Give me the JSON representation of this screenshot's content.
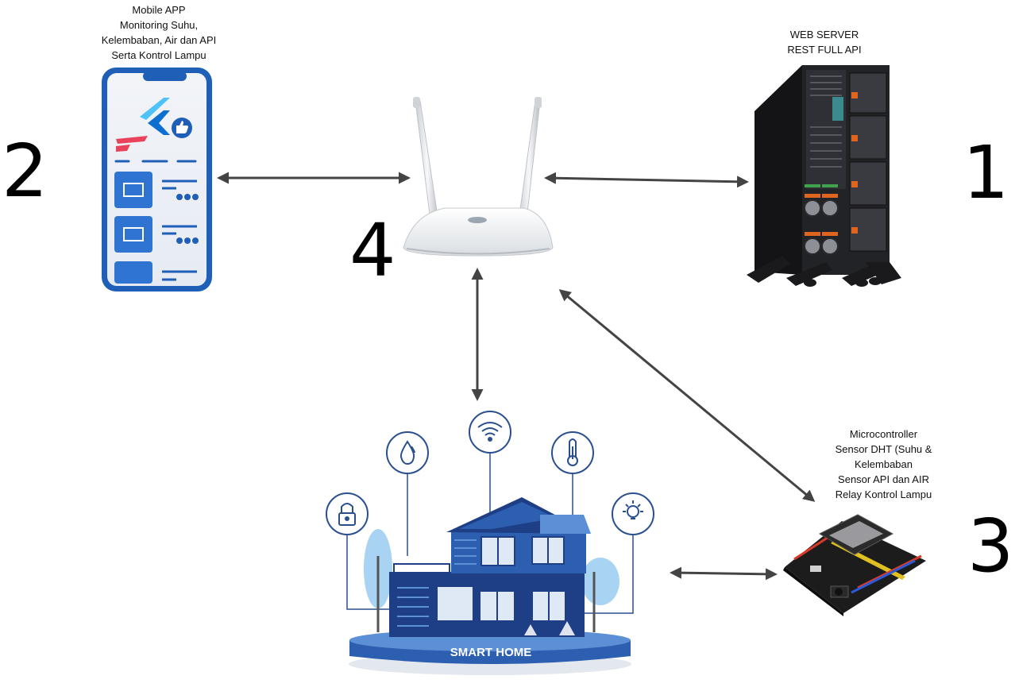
{
  "nodes": {
    "mobile_app": {
      "number": "2",
      "caption": "Mobile APP\nMonitoring Suhu,\nKelembaban, Air dan API\nSerta Kontrol Lampu"
    },
    "web_server": {
      "number": "1",
      "caption": "WEB SERVER\nREST FULL API"
    },
    "router": {
      "number": "4"
    },
    "microcontroller": {
      "number": "3",
      "caption": "Microcontroller\nSensor DHT (Suhu &\nKelembaban\nSensor API dan AIR\nRelay Kontrol Lampu"
    },
    "smart_home": {
      "label": "SMART HOME"
    }
  },
  "icons": [
    "lock-icon",
    "water-drop-icon",
    "wifi-icon",
    "thermometer-icon",
    "light-bulb-icon",
    "image-icon",
    "like-icon",
    "flutter-logo-icon"
  ],
  "colors": {
    "phone_blue": "#1f5fb8",
    "house_dark": "#1e3f86",
    "house_mid": "#2d5fb0",
    "house_light": "#5b8fd6",
    "tree_light": "#a9d3f2",
    "icon_ring": "#2a4f8f",
    "arrow": "#444444",
    "server_black": "#1b1b1d",
    "server_orange": "#e0651e",
    "board_black": "#1c1c1c"
  }
}
